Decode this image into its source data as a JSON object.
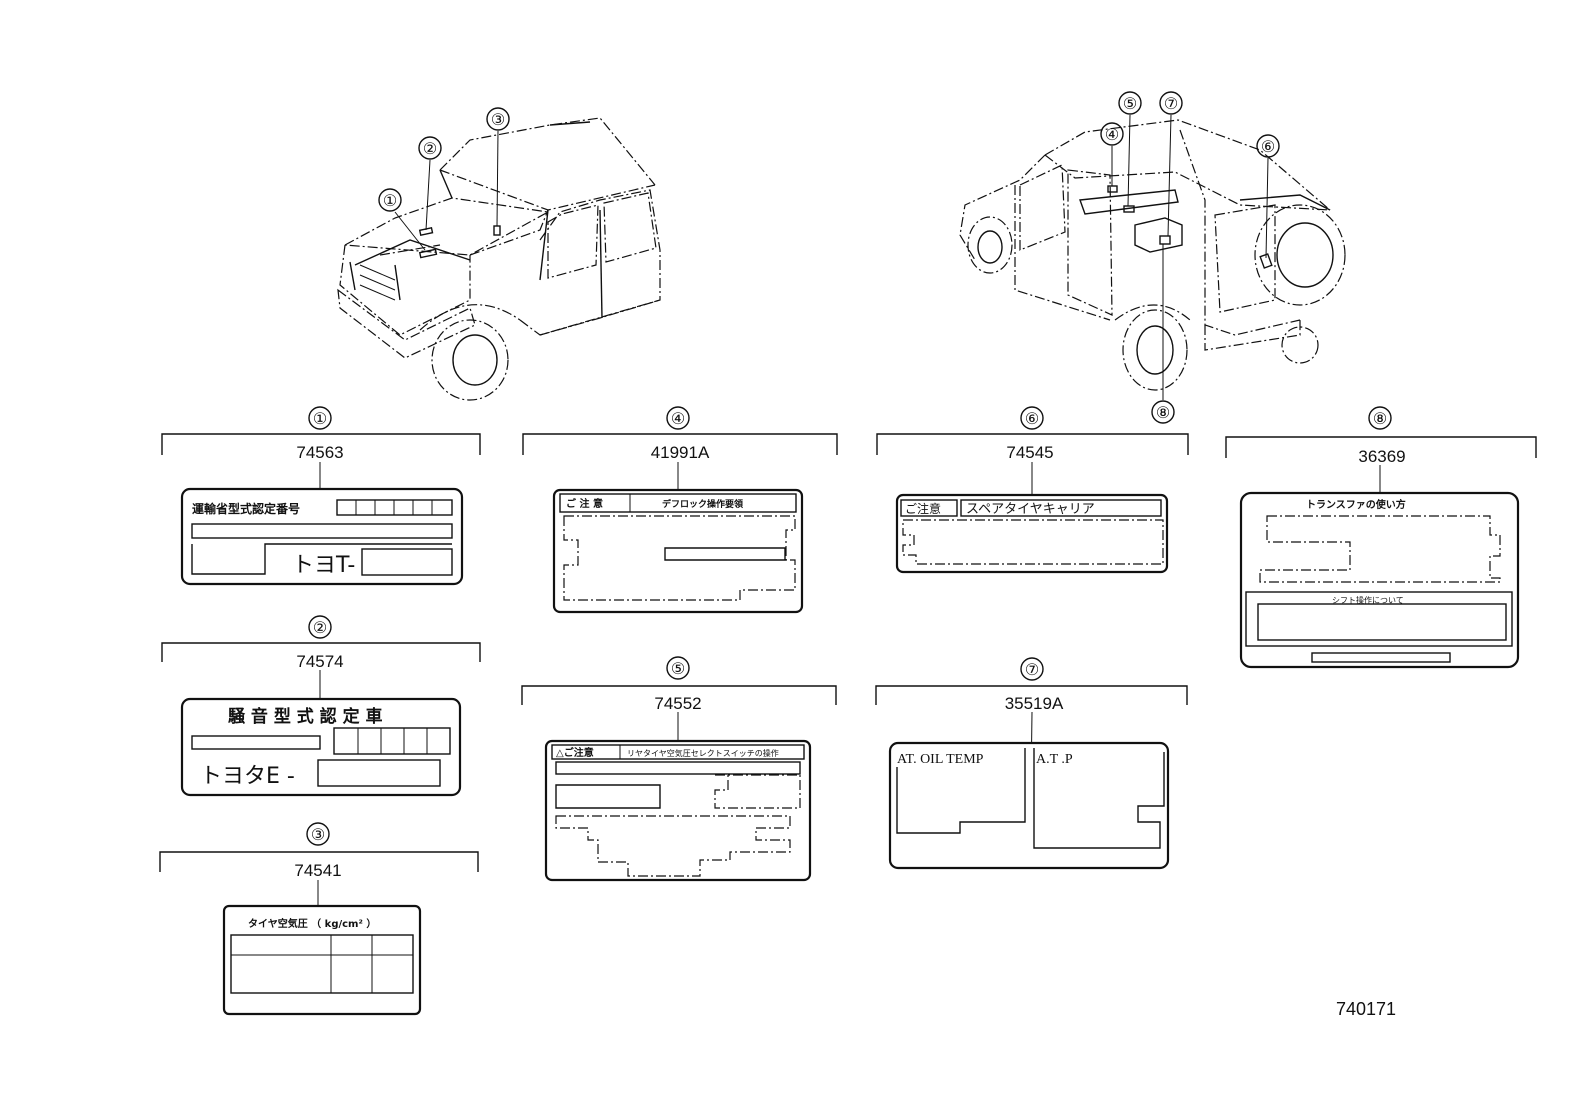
{
  "figure_id": "740171",
  "callouts": [
    "①",
    "②",
    "③",
    "④",
    "⑤",
    "⑥",
    "⑦",
    "⑧"
  ],
  "parts": [
    {
      "callout": "①",
      "number": "74563",
      "label_title": "運輸省型式認定番号",
      "label_text": "トヨT-"
    },
    {
      "callout": "②",
      "number": "74574",
      "label_title": "騒 音 型 式 認 定 車",
      "label_text": "トヨタE -"
    },
    {
      "callout": "③",
      "number": "74541",
      "label_title": "タイヤ空気圧 （ kg/cm² ）"
    },
    {
      "callout": "④",
      "number": "41991A",
      "label_caution": "ご 注 意",
      "label_title": "デフロック操作要領"
    },
    {
      "callout": "⑤",
      "number": "74552",
      "label_caution": "△ご注意",
      "label_title": "リヤタイヤ空気圧セレクトスイッチの操作"
    },
    {
      "callout": "⑥",
      "number": "74545",
      "label_caution": "ご注意",
      "label_title": "スペアタイヤキャリア"
    },
    {
      "callout": "⑦",
      "number": "35519A",
      "label_left": "AT. OIL TEMP",
      "label_right": "A.T .P"
    },
    {
      "callout": "⑧",
      "number": "36369",
      "label_title": "トランスファの使い方",
      "label_sub": "シフト操作について"
    }
  ]
}
